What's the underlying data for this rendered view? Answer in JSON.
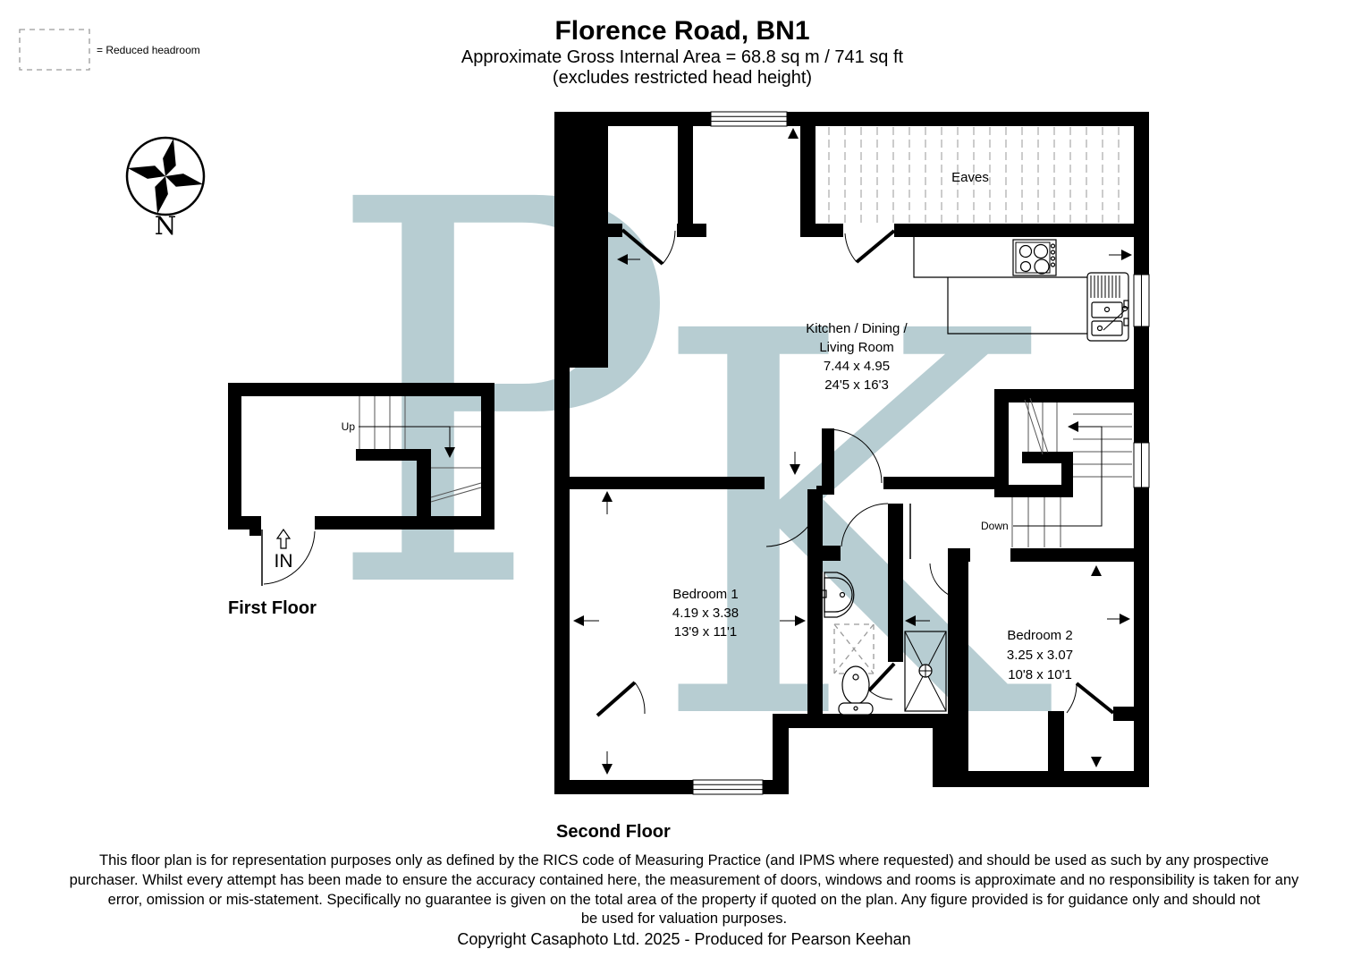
{
  "header": {
    "title": "Florence Road, BN1",
    "area_line": "Approximate Gross Internal Area = 68.8 sq m / 741 sq ft",
    "note_line": "(excludes restricted head height)"
  },
  "legend": {
    "reduced_headroom_label": "= Reduced headroom"
  },
  "compass": {
    "north": "N"
  },
  "watermark": {
    "letter1": "P",
    "letter2": "K"
  },
  "first_floor": {
    "caption": "First Floor",
    "up": "Up",
    "entrance": "IN"
  },
  "second_floor": {
    "caption": "Second Floor",
    "down": "Down",
    "eaves": "Eaves",
    "kitchen": {
      "line1": "Kitchen / Dining /",
      "line2": "Living Room",
      "metric": "7.44 x 4.95",
      "imperial": "24'5 x 16'3"
    },
    "bedroom1": {
      "name": "Bedroom 1",
      "metric": "4.19 x 3.38",
      "imperial": "13'9 x 11'1"
    },
    "bedroom2": {
      "name": "Bedroom 2",
      "metric": "3.25 x 3.07",
      "imperial": "10'8 x 10'1"
    }
  },
  "footer": {
    "disclaimer1": "This floor plan is for representation purposes only as defined by the RICS code of Measuring Practice (and IPMS where requested) and should be used as such by any prospective",
    "disclaimer2": "purchaser. Whilst every attempt has been made to ensure the accuracy contained here, the measurement of doors, windows and rooms is approximate and no responsibility is taken for any",
    "disclaimer3": "error, omission or mis-statement. Specifically no guarantee is given on the total area of the property if quoted on the plan. Any figure provided is for guidance only and should not",
    "disclaimer4": "be used for valuation purposes.",
    "copyright": "Copyright Casaphoto Ltd. 2025 - Produced for Pearson Keehan"
  },
  "colors": {
    "wall": "#000000",
    "watermark": "#b7cdd2",
    "hatch": "#bbbbbb"
  }
}
